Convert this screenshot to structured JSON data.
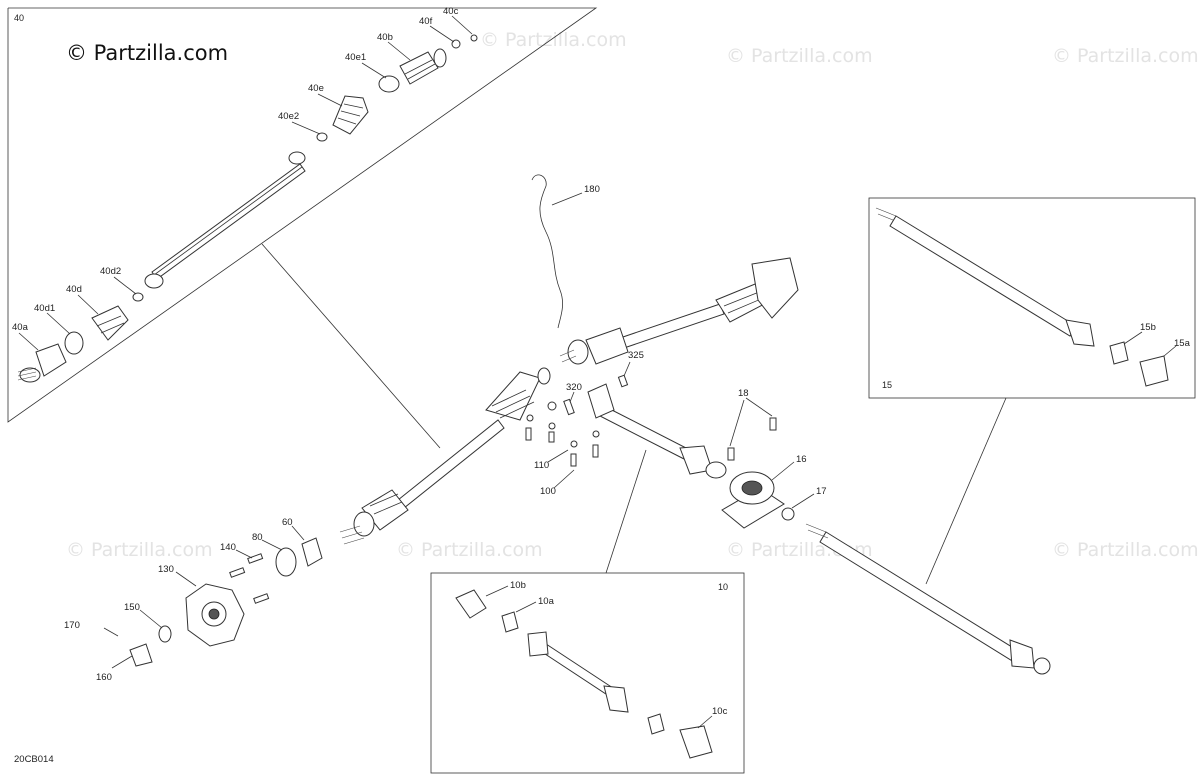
{
  "watermark": {
    "main": "© Partzilla.com",
    "faint": "© Partzilla.com"
  },
  "diagram_code": "20CB014",
  "groups": {
    "g40": "40",
    "g10": "10",
    "g15": "15"
  },
  "labels": {
    "l40a": "40a",
    "l40d1": "40d1",
    "l40d": "40d",
    "l40d2": "40d2",
    "l40e2": "40e2",
    "l40e": "40e",
    "l40e1": "40e1",
    "l40b": "40b",
    "l40f": "40f",
    "l40c": "40c",
    "l180": "180",
    "l325": "325",
    "l320": "320",
    "l110": "110",
    "l100": "100",
    "l18": "18",
    "l16": "16",
    "l17": "17",
    "l140": "140",
    "l130": "130",
    "l150": "150",
    "l170": "170",
    "l160": "160",
    "l80": "80",
    "l60": "60",
    "l10b": "10b",
    "l10a": "10a",
    "l10c": "10c",
    "l15b": "15b",
    "l15a": "15a"
  }
}
